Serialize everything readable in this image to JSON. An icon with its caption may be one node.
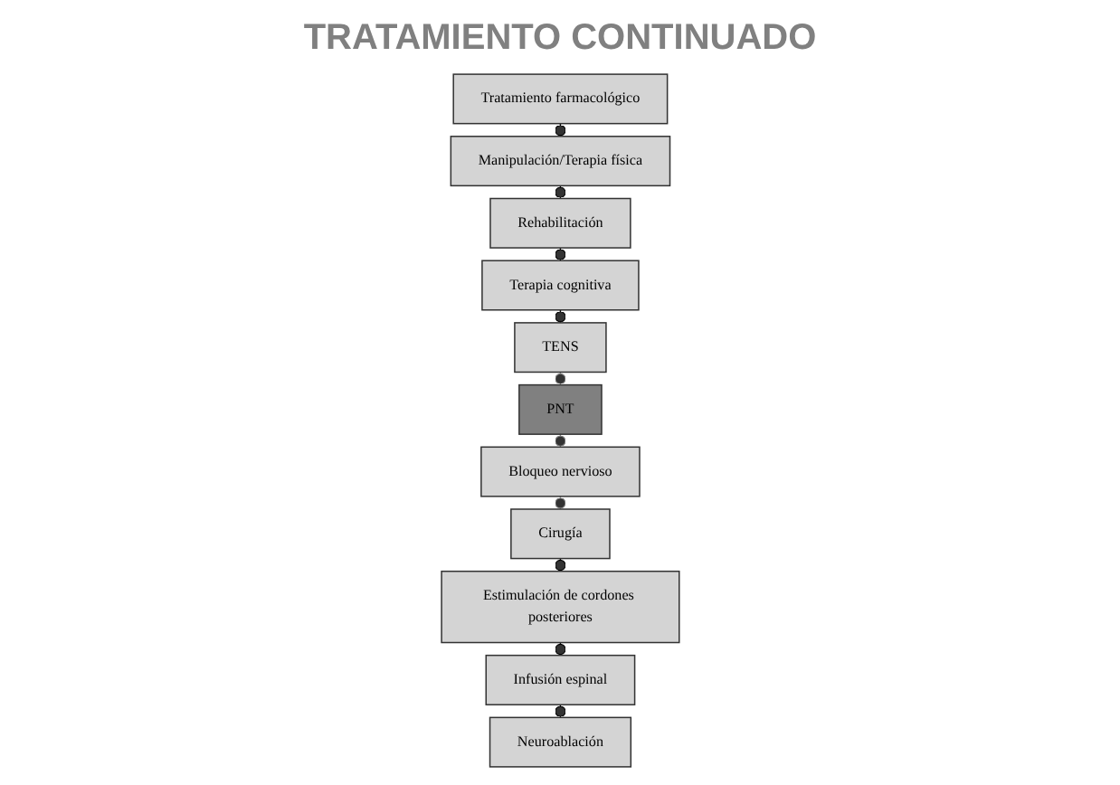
{
  "diagram": {
    "title": "TRATAMIENTO CONTINUADO",
    "nodes": [
      {
        "text": [
          "Tratamiento farmacológico"
        ]
      },
      {
        "text": [
          "Manipulación/Terapia física"
        ]
      },
      {
        "text": [
          "Rehabilitación"
        ]
      },
      {
        "text": [
          "Terapia cognitiva"
        ]
      },
      {
        "text": [
          "TENS"
        ]
      },
      {
        "text": [
          "PNT"
        ]
      },
      {
        "text": [
          "Bloqueo nervioso"
        ]
      },
      {
        "text": [
          "Cirugía"
        ]
      },
      {
        "text": [
          "Estimulación de cordones posteriores"
        ]
      },
      {
        "text": [
          "Infusión espinal"
        ]
      },
      {
        "text": [
          "Neuroablación"
        ]
      }
    ],
    "edges": [
      {
        "from": 0,
        "to": 1,
        "arrow": "other"
      },
      {
        "from": 1,
        "to": 2,
        "arrow": "other"
      },
      {
        "from": 2,
        "to": 3,
        "arrow": "other"
      },
      {
        "from": 3,
        "to": 4,
        "arrow": "other"
      },
      {
        "from": 4,
        "to": 5,
        "arrow": "other",
        "style": "dashed",
        "color": "#808080"
      },
      {
        "from": 5,
        "to": 6,
        "arrow": "other",
        "style": "dashed",
        "color": "#808080"
      },
      {
        "from": 6,
        "to": 7,
        "arrow": "other",
        "style": "dashed",
        "color": "#808080"
      },
      {
        "from": 7,
        "to": 8,
        "arrow": "other"
      },
      {
        "from": 8,
        "to": 9,
        "arrow": "other"
      },
      {
        "from": 9,
        "to": 10,
        "arrow": "other"
      }
    ]
  }
}
